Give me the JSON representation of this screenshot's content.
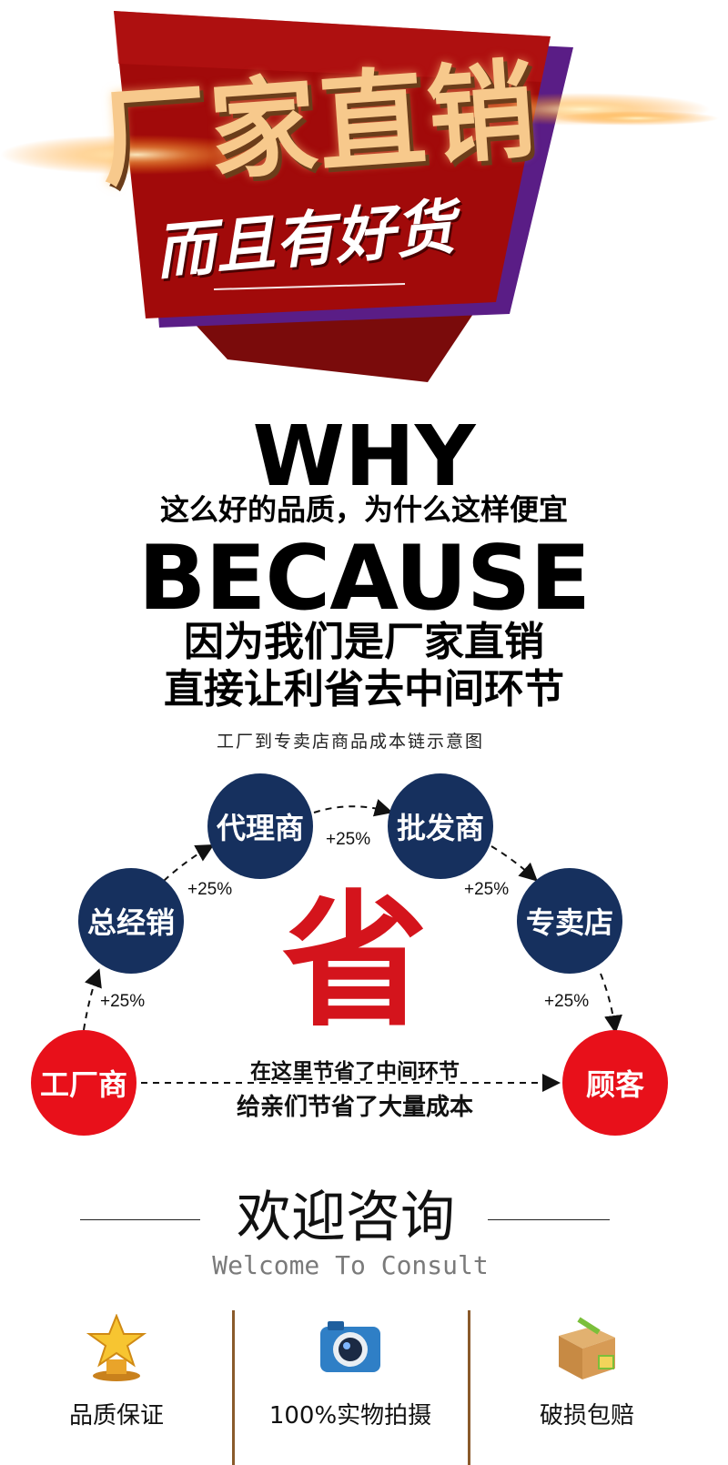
{
  "banner": {
    "headline": "厂家直销",
    "subline": "而且有好货"
  },
  "why": {
    "why_word": "WHY",
    "question": "这么好的品质，为什么这样便宜",
    "because_word": "BECAUSE",
    "answer_line1": "因为我们是厂家直销",
    "answer_line2": "直接让利省去中间环节"
  },
  "diagram": {
    "title": "工厂到专卖店商品成本链示意图",
    "nodes": {
      "factory": "工厂商",
      "distributor": "总经销",
      "agent": "代理商",
      "wholesaler": "批发商",
      "store": "专卖店",
      "customer": "顾客"
    },
    "markups": {
      "factory_to_distributor": "+25%",
      "distributor_to_agent": "+25%",
      "agent_to_wholesaler": "+25%",
      "wholesaler_to_store": "+25%",
      "store_to_customer": "+25%"
    },
    "save_char": "省",
    "save_line1": "在这里节省了中间环节",
    "save_line2": "给亲们节省了大量成本",
    "colors": {
      "navy": "#16305e",
      "red": "#e8101a",
      "save_red": "#d4141c"
    }
  },
  "welcome": {
    "title_cn": "欢迎咨询",
    "title_en": "Welcome To Consult"
  },
  "features": [
    {
      "label": "品质保证",
      "icon": "gold-star-trophy-icon"
    },
    {
      "label": "100%实物拍摄",
      "icon": "camera-icon"
    },
    {
      "label": "破损包赔",
      "icon": "package-box-icon"
    }
  ]
}
